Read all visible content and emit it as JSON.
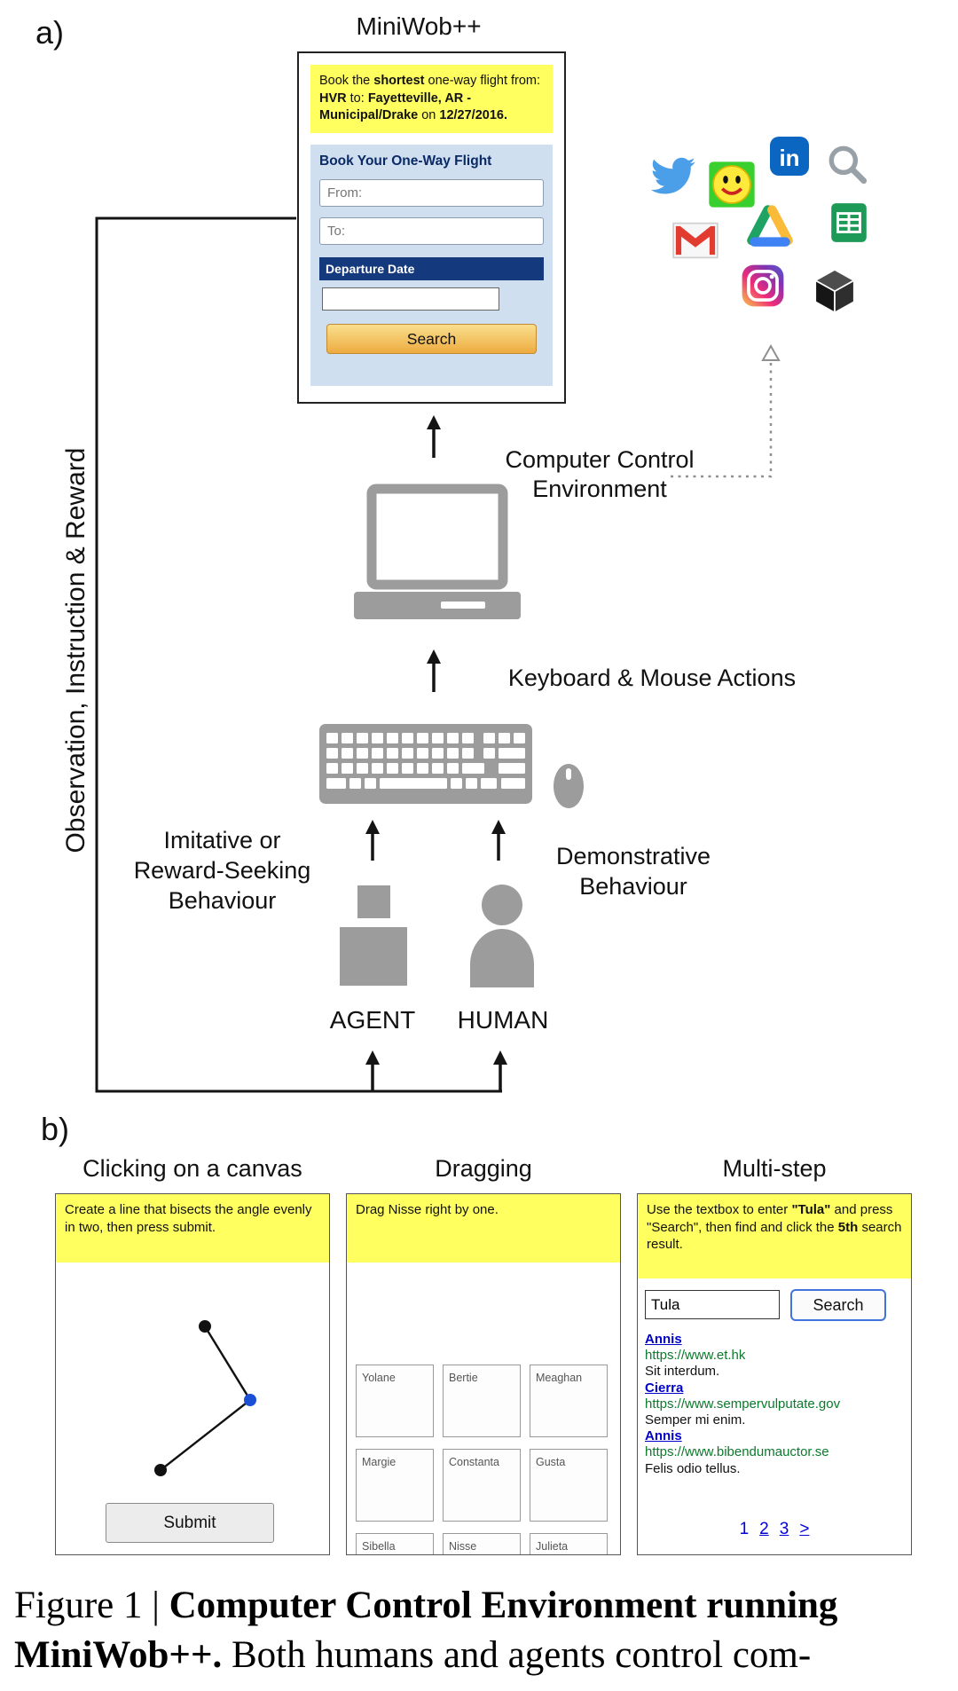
{
  "panel_a": {
    "label": "a)",
    "miniwob_title": "MiniWob++",
    "flight": {
      "instruction": [
        {
          "t": "Book the "
        },
        {
          "t": "shortest"
        },
        {
          "t": " one-way flight from: "
        },
        {
          "t": "HVR"
        },
        {
          "t": " to: "
        },
        {
          "t": "Fayetteville, AR - Municipal/Drake"
        },
        {
          "t": " on "
        },
        {
          "t": "12/27/2016."
        }
      ],
      "form_title": "Book Your One-Way Flight",
      "from_placeholder": "From:",
      "to_placeholder": "To:",
      "departure_label": "Departure Date",
      "search_button": "Search"
    },
    "app_icons": [
      "twitter-icon",
      "smiley-icon",
      "linkedin-icon",
      "search-icon",
      "gmail-icon",
      "google-drive-icon",
      "google-sheets-icon",
      "instagram-icon",
      "unity-icon"
    ],
    "icon_glyphs": {
      "linkedin": "in"
    },
    "labels": {
      "computer_control_line1": "Computer Control",
      "computer_control_line2": "Environment",
      "keyboard_mouse": "Keyboard & Mouse Actions",
      "imitative_line1": "Imitative or",
      "imitative_line2": "Reward-Seeking",
      "imitative_line3": "Behaviour",
      "demonstrative_line1": "Demonstrative",
      "demonstrative_line2": "Behaviour",
      "agent": "AGENT",
      "human": "HUMAN",
      "observation": "Observation, Instruction & Reward"
    }
  },
  "panel_b": {
    "label": "b)",
    "canvas_task": {
      "title": "Clicking on a canvas",
      "instruction": "Create a line that bisects the angle evenly in two, then press submit.",
      "submit_button": "Submit"
    },
    "drag_task": {
      "title": "Dragging",
      "instruction": "Drag Nisse right by one.",
      "names": [
        "Yolane",
        "Bertie",
        "Meaghan",
        "Margie",
        "Constanta",
        "Gusta",
        "Sibella",
        "Nisse",
        "Julieta"
      ]
    },
    "multistep_task": {
      "title": "Multi-step",
      "instruction": [
        {
          "t": "Use the textbox to enter "
        },
        {
          "t": "\"Tula\""
        },
        {
          "t": " and press \"Search\", then find and click the "
        },
        {
          "t": "5th"
        },
        {
          "t": " search result."
        }
      ],
      "textbox_value": "Tula",
      "search_button": "Search",
      "results": [
        {
          "link": "Annis",
          "url": "https://www.et.hk",
          "desc": "Sit interdum."
        },
        {
          "link": "Cierra",
          "url": "https://www.sempervulputate.gov",
          "desc": "Semper mi enim."
        },
        {
          "link": "Annis",
          "url": "https://www.bibendumauctor.se",
          "desc": "Felis odio tellus."
        }
      ],
      "pagination": [
        "1",
        "2",
        "3",
        ">"
      ]
    }
  },
  "caption": {
    "l1a": "Figure 1 | ",
    "l1b": "Computer Control Environment running",
    "l2a": "MiniWob++.",
    "l2b": " Both humans and agents control com-"
  },
  "colors": {
    "instruction_yellow": "#ffff60",
    "form_blue": "#cfdfef",
    "navy": "#15397d",
    "search_orange": "#edab3f",
    "diagram_gray": "#9c9c9c",
    "link_blue": "#0000cc",
    "url_green": "#0b7a2b"
  }
}
